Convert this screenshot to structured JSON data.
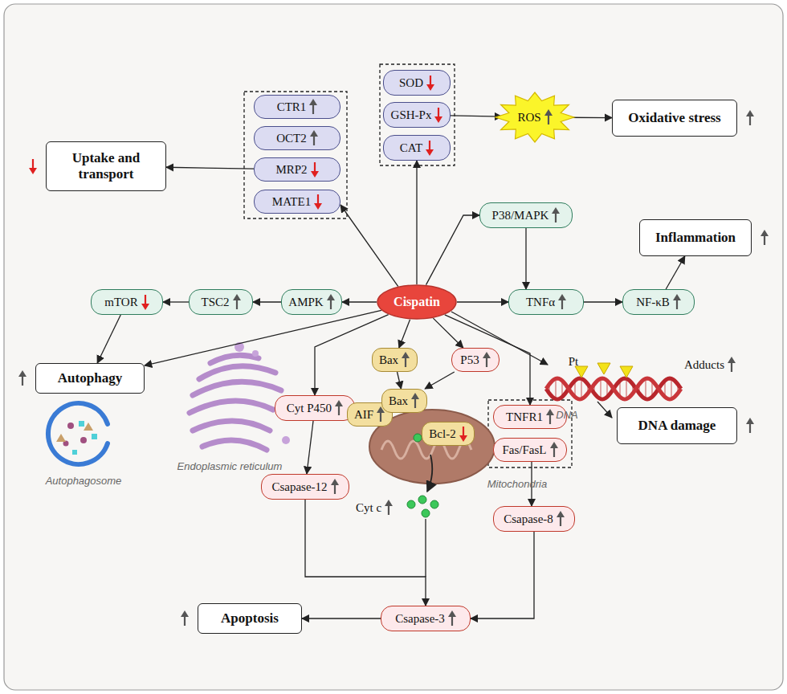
{
  "diagram": {
    "nodes": [
      {
        "text": [
          "SOD"
        ]
      },
      {
        "text": [
          "GSH-Px"
        ]
      },
      {
        "text": [
          "CAT"
        ]
      },
      {
        "text": [
          "ROS"
        ]
      },
      {
        "text": [
          "Oxidative stress"
        ]
      },
      {
        "text": [
          "CTR1"
        ]
      },
      {
        "text": [
          "OCT2"
        ]
      },
      {
        "text": [
          "MRP2"
        ]
      },
      {
        "text": [
          "MATE1"
        ]
      },
      {
        "text": [
          "Uptake and transport"
        ]
      },
      {
        "text": [
          "P38/MAPK"
        ]
      },
      {
        "text": [
          "Inflammation"
        ]
      },
      {
        "text": [
          "mTOR"
        ]
      },
      {
        "text": [
          "TSC2"
        ]
      },
      {
        "text": [
          "AMPK"
        ]
      },
      {
        "text": [
          "Cispatin"
        ]
      },
      {
        "text": [
          "TNFα"
        ]
      },
      {
        "text": [
          "NF-κB"
        ]
      },
      {
        "text": [
          "Autophagy"
        ]
      },
      {
        "text": [
          "Bax"
        ]
      },
      {
        "text": [
          "P53"
        ]
      },
      {
        "text": [
          "Cyt P450"
        ]
      },
      {
        "text": [
          "TNFR1"
        ]
      },
      {
        "text": [
          "Fas/FasL"
        ]
      },
      {
        "text": [
          "DNA damage"
        ]
      },
      {
        "text": [
          "AIF"
        ]
      },
      {
        "text": [
          "Bax"
        ]
      },
      {
        "text": [
          "Bcl-2"
        ]
      },
      {
        "text": [
          "Csapase-12"
        ]
      },
      {
        "text": [
          "Csapase-8"
        ]
      },
      {
        "text": [
          "Csapase-3"
        ]
      },
      {
        "text": [
          "Apoptosis"
        ]
      }
    ],
    "edges": [
      {
        "from": 15,
        "to": 8,
        "arrow": "to"
      },
      {
        "from": 7,
        "to": 9,
        "arrow": "to"
      },
      {
        "from": 15,
        "to": 2,
        "arrow": "to"
      },
      {
        "from": 1,
        "to": 3,
        "arrow": "to"
      },
      {
        "from": 3,
        "to": 4,
        "arrow": "to"
      },
      {
        "from": 15,
        "to": 10,
        "arrow": "to"
      },
      {
        "from": 10,
        "to": 16,
        "arrow": "to"
      },
      {
        "from": 15,
        "to": 16,
        "arrow": "to"
      },
      {
        "from": 16,
        "to": 17,
        "arrow": "to"
      },
      {
        "from": 17,
        "to": 11,
        "arrow": "to"
      },
      {
        "from": 15,
        "to": 14,
        "arrow": "to"
      },
      {
        "from": 14,
        "to": 13,
        "arrow": "to"
      },
      {
        "from": 13,
        "to": 12,
        "arrow": "to"
      },
      {
        "from": 12,
        "to": 18,
        "arrow": "to"
      },
      {
        "from": 15,
        "to": 18,
        "arrow": "to"
      },
      {
        "from": 15,
        "to": 21,
        "arrow": "to"
      },
      {
        "from": 15,
        "to": 19,
        "arrow": "to"
      },
      {
        "from": 15,
        "to": 20,
        "arrow": "to"
      },
      {
        "from": 15,
        "to": 22,
        "arrow": "to"
      },
      {
        "from": 19,
        "to": 26,
        "arrow": "to"
      },
      {
        "from": 20,
        "to": 26,
        "arrow": "to"
      },
      {
        "from": 21,
        "to": 28,
        "arrow": "to"
      },
      {
        "from": 23,
        "to": 29,
        "arrow": "to"
      },
      {
        "from": 28,
        "to": 30,
        "arrow": "to"
      },
      {
        "from": 29,
        "to": 30,
        "arrow": "to"
      },
      {
        "from": 30,
        "to": 31,
        "arrow": "to"
      }
    ],
    "labels": [
      "Pt",
      "Adducts",
      "DNA",
      "Endoplasmic reticulum",
      "Mitochondria",
      "Autophagosome",
      "Cyt c"
    ]
  }
}
